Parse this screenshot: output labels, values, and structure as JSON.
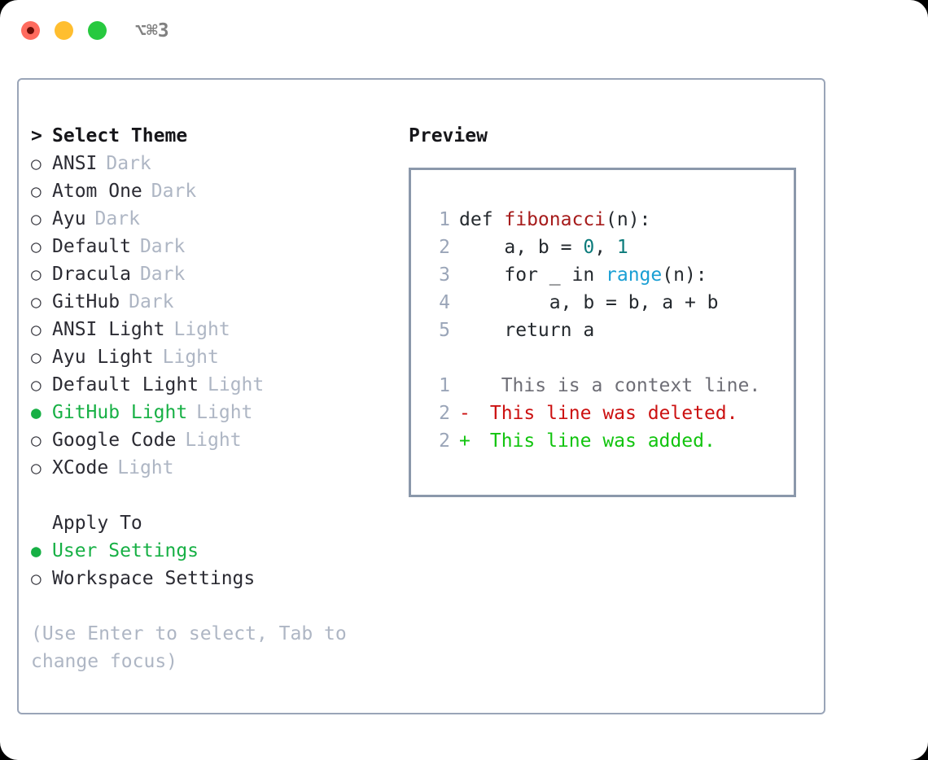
{
  "window": {
    "shortcut": "⌥⌘3",
    "lights": [
      {
        "name": "close",
        "color": "#ff6b5e"
      },
      {
        "name": "minimize",
        "color": "#ffbe2f"
      },
      {
        "name": "maximize",
        "color": "#27c93f"
      }
    ]
  },
  "theme_list": {
    "header_marker": ">",
    "header": "Select Theme",
    "marker_unselected": "○",
    "marker_selected": "●",
    "items": [
      {
        "label": "ANSI",
        "badge": "Dark",
        "selected": false
      },
      {
        "label": "Atom One",
        "badge": "Dark",
        "selected": false
      },
      {
        "label": "Ayu",
        "badge": "Dark",
        "selected": false
      },
      {
        "label": "Default",
        "badge": "Dark",
        "selected": false
      },
      {
        "label": "Dracula",
        "badge": "Dark",
        "selected": false
      },
      {
        "label": "GitHub",
        "badge": "Dark",
        "selected": false
      },
      {
        "label": "ANSI Light",
        "badge": "Light",
        "selected": false
      },
      {
        "label": "Ayu Light",
        "badge": "Light",
        "selected": false
      },
      {
        "label": "Default Light",
        "badge": "Light",
        "selected": false
      },
      {
        "label": "GitHub Light",
        "badge": "Light",
        "selected": true
      },
      {
        "label": "Google Code",
        "badge": "Light",
        "selected": false
      },
      {
        "label": "XCode",
        "badge": "Light",
        "selected": false
      }
    ]
  },
  "apply_to": {
    "header": "Apply To",
    "items": [
      {
        "label": "User Settings",
        "selected": true
      },
      {
        "label": "Workspace Settings",
        "selected": false
      }
    ]
  },
  "hint": "(Use Enter to select, Tab to change focus)",
  "preview": {
    "title": "Preview",
    "code_lines": [
      {
        "num": "1",
        "parts": [
          {
            "t": "def ",
            "c": "plain"
          },
          {
            "t": "fibonacci",
            "c": "fn"
          },
          {
            "t": "(n):",
            "c": "plain"
          }
        ]
      },
      {
        "num": "2",
        "parts": [
          {
            "t": "    a, b = ",
            "c": "plain"
          },
          {
            "t": "0",
            "c": "num"
          },
          {
            "t": ", ",
            "c": "plain"
          },
          {
            "t": "1",
            "c": "num"
          }
        ]
      },
      {
        "num": "3",
        "parts": [
          {
            "t": "    for _ in ",
            "c": "plain"
          },
          {
            "t": "range",
            "c": "call"
          },
          {
            "t": "(n):",
            "c": "plain"
          }
        ]
      },
      {
        "num": "4",
        "parts": [
          {
            "t": "        a, b = b, a + b",
            "c": "plain"
          }
        ]
      },
      {
        "num": "5",
        "parts": [
          {
            "t": "    return a",
            "c": "plain"
          }
        ]
      }
    ],
    "diff_lines": [
      {
        "num": "1",
        "sign": " ",
        "text": "  This is a context line.",
        "kind": "ctx"
      },
      {
        "num": "2",
        "sign": "-",
        "text": " This line was deleted.",
        "kind": "del"
      },
      {
        "num": "2",
        "sign": "+",
        "text": " This line was added.",
        "kind": "add"
      }
    ]
  },
  "colors": {
    "accent_green": "#17b045",
    "badge_gray": "#aeb6c4",
    "border": "#9aa5b8",
    "preview_border": "#8b98ab",
    "diff_add": "#12c40f",
    "diff_del": "#cc1111",
    "syntax_function": "#a61b1b",
    "syntax_number": "#0b7b7b",
    "syntax_call": "#1a9fd4"
  }
}
